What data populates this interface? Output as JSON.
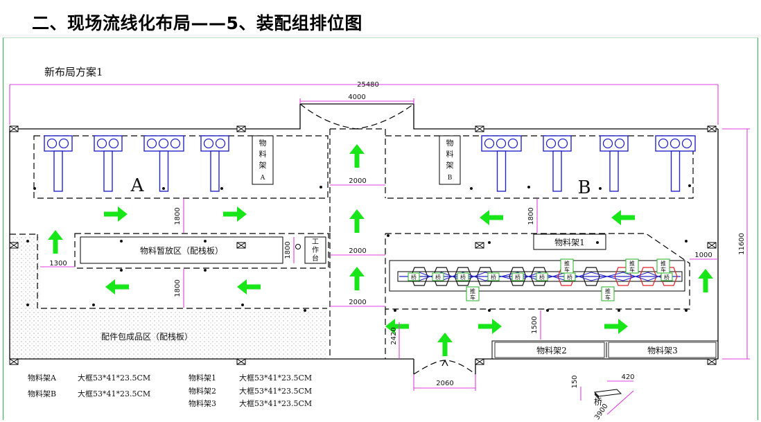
{
  "title": "二、现场流线化布局——5、装配组排位图",
  "layout_name": "新布局方案1",
  "zones": {
    "a": "A",
    "b": "B",
    "rack_a": [
      "物",
      "料",
      "架",
      "A"
    ],
    "rack_b": [
      "物",
      "料",
      "架",
      "B"
    ],
    "staging": "物料暂放区（配栈板）",
    "workbench": [
      "工",
      "作",
      "台"
    ],
    "finished": "配件包成品区（配栈板）",
    "rack1": "物料架1",
    "rack2": "物料架2",
    "rack3": "物料架3",
    "bridge": "桥",
    "cart": [
      "推",
      "车"
    ]
  },
  "dimensions": {
    "total_width": "25480",
    "total_height": "11600",
    "door_top": "4000",
    "aisle_upper": "2000",
    "aisle_mid": "2000",
    "aisle_lower": "2000",
    "row_gap_upper": "1800",
    "row_gap_lower": "1800",
    "left_gap": "1300",
    "bench_height": "1800",
    "right_gap": "1000",
    "gap_1500": "1500",
    "gap_2420": "2420",
    "door_bottom": "2060",
    "bridge_w": "420",
    "bridge_h": "150",
    "bridge_l": "3900"
  },
  "legend": [
    {
      "name": "物料架A",
      "spec": "大框53*41*23.5CM"
    },
    {
      "name": "物料架B",
      "spec": "大框53*41*23.5CM"
    },
    {
      "name": "物料架1",
      "spec": "大框53*41*23.5CM"
    },
    {
      "name": "物料架2",
      "spec": "大框53*41*23.5CM"
    },
    {
      "name": "物料架3",
      "spec": "大框53*41*23.5CM"
    }
  ],
  "colors": {
    "arrow": "#19e619",
    "dimension": "#e03ce0",
    "station": "#2323c8",
    "frame": "#2fb34a"
  }
}
